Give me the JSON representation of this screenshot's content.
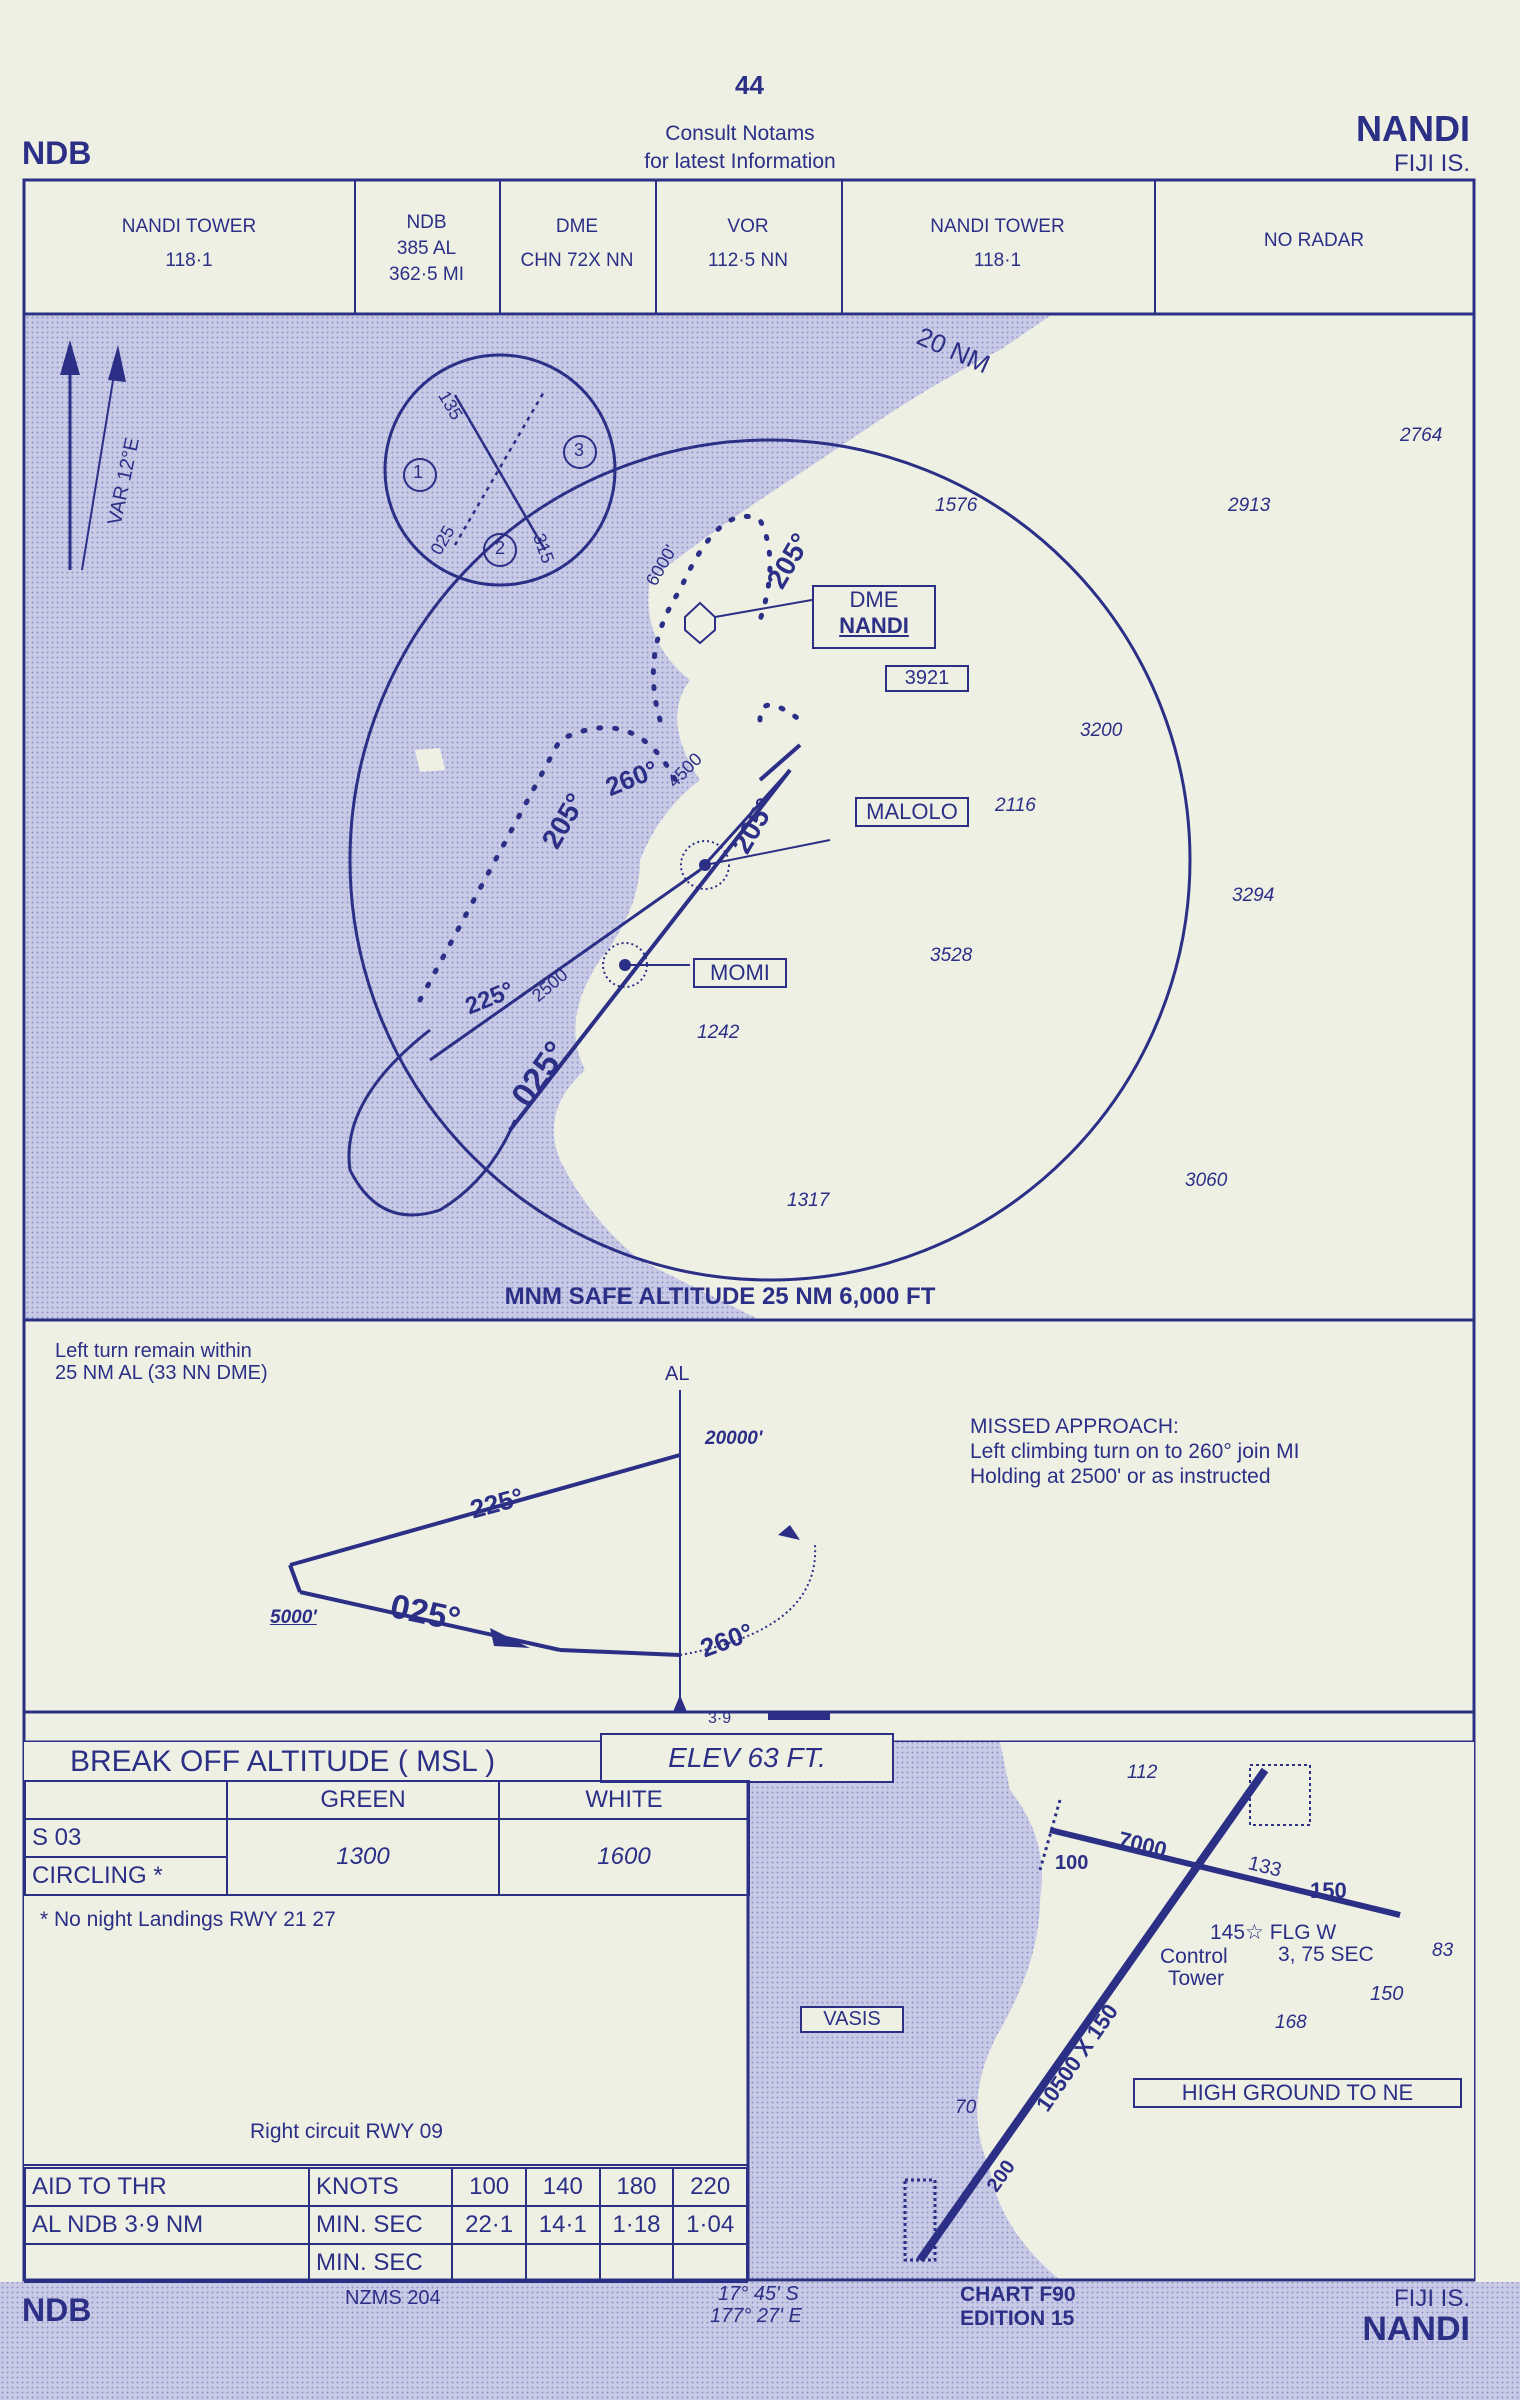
{
  "header": {
    "page_number": "44",
    "type_left": "NDB",
    "notice_line1": "Consult Notams",
    "notice_line2": "for latest Information",
    "title": "NANDI",
    "subtitle": "FIJI IS."
  },
  "comms": {
    "tower1_name": "NANDI TOWER",
    "tower1_freq": "118·1",
    "ndb_label": "NDB",
    "ndb_line1": "385 AL",
    "ndb_line2": "362·5 MI",
    "dme_label": "DME",
    "dme_value": "CHN 72X NN",
    "vor_label": "VOR",
    "vor_value": "112·5 NN",
    "tower2_name": "NANDI TOWER",
    "tower2_freq": "118·1",
    "radar": "NO RADAR"
  },
  "plan": {
    "var": "VAR 12°E",
    "ring": "20 NM",
    "rwy_circle": [
      "1",
      "2",
      "3"
    ],
    "rwy_headings": [
      "135",
      "025",
      "315"
    ],
    "dme_label": "DME",
    "dme_name": "NANDI",
    "box_elev": "3921",
    "malolo": "MALOLO",
    "momi": "MOMI",
    "track_205a": "205°",
    "track_205b": "205°",
    "track_205c": "205°",
    "track_260": "260°",
    "track_225": "225°",
    "track_025": "025°",
    "alt_6000": "6000'",
    "alt_4500": "4500",
    "alt_2500": "2500",
    "spot_heights": [
      "2764",
      "2913",
      "1576",
      "3200",
      "2116",
      "3294",
      "3528",
      "1242",
      "1317",
      "3060"
    ],
    "msa": "MNM SAFE ALTITUDE 25 NM  6,000 FT"
  },
  "profile": {
    "note_line1": "Left turn remain within",
    "note_line2": "25 NM AL    (33 NN DME)",
    "fix": "AL",
    "alt_top": "20000'",
    "alt_low": "5000'",
    "track_225": "225°",
    "track_025": "025°",
    "track_260": "260°",
    "missed_title": "MISSED APPROACH:",
    "missed_line2": "Left climbing turn on to 260° join MI",
    "missed_line3": "Holding at 2500' or as instructed",
    "dist": "3·9"
  },
  "minima": {
    "title": "BREAK OFF ALTITUDE ( MSL )",
    "elev": "ELEV    63    FT.",
    "col_green": "GREEN",
    "col_white": "WHITE",
    "row1": "S 03",
    "row2": "CIRCLING *",
    "green_val": "1300",
    "white_val": "1600",
    "note1": "* No night Landings RWY 21 27",
    "note2": "Right circuit RWY 09"
  },
  "timing": {
    "aid_header": "AID TO    THR",
    "aid_value": "AL   NDB   3·9 NM",
    "knots_label": "KNOTS",
    "minsec_label": "MIN. SEC",
    "minsec_label2": "MIN. SEC",
    "speeds": [
      "100",
      "140",
      "180",
      "220"
    ],
    "times": [
      "22·1",
      "14·1",
      "1·18",
      "1·04"
    ]
  },
  "aerodrome": {
    "vasis": "VASIS",
    "high_ground": "HIGH GROUND TO NE",
    "rwy_long": "10500 X 150",
    "rwy_short": "7000",
    "rwy_133": "133",
    "rwy_150a": "150",
    "rwy_150b": "150",
    "rwy_200": "200",
    "rwy_100": "100",
    "beacon": "145☆ FLG W",
    "beacon2": "3, 75 SEC",
    "control": "Control",
    "tower": "Tower",
    "obstacles": [
      "112",
      "168",
      "70",
      "83"
    ]
  },
  "footer": {
    "left": "NDB",
    "map_ref": "NZMS 204",
    "lat": "17° 45' S",
    "lon": "177° 27' E",
    "chart": "CHART F90",
    "edition": "EDITION 15",
    "subtitle": "FIJI IS.",
    "title": "NANDI"
  },
  "colors": {
    "ink": "#2b2f86",
    "paper": "#eff0e4",
    "land": "#c9cbe6"
  }
}
